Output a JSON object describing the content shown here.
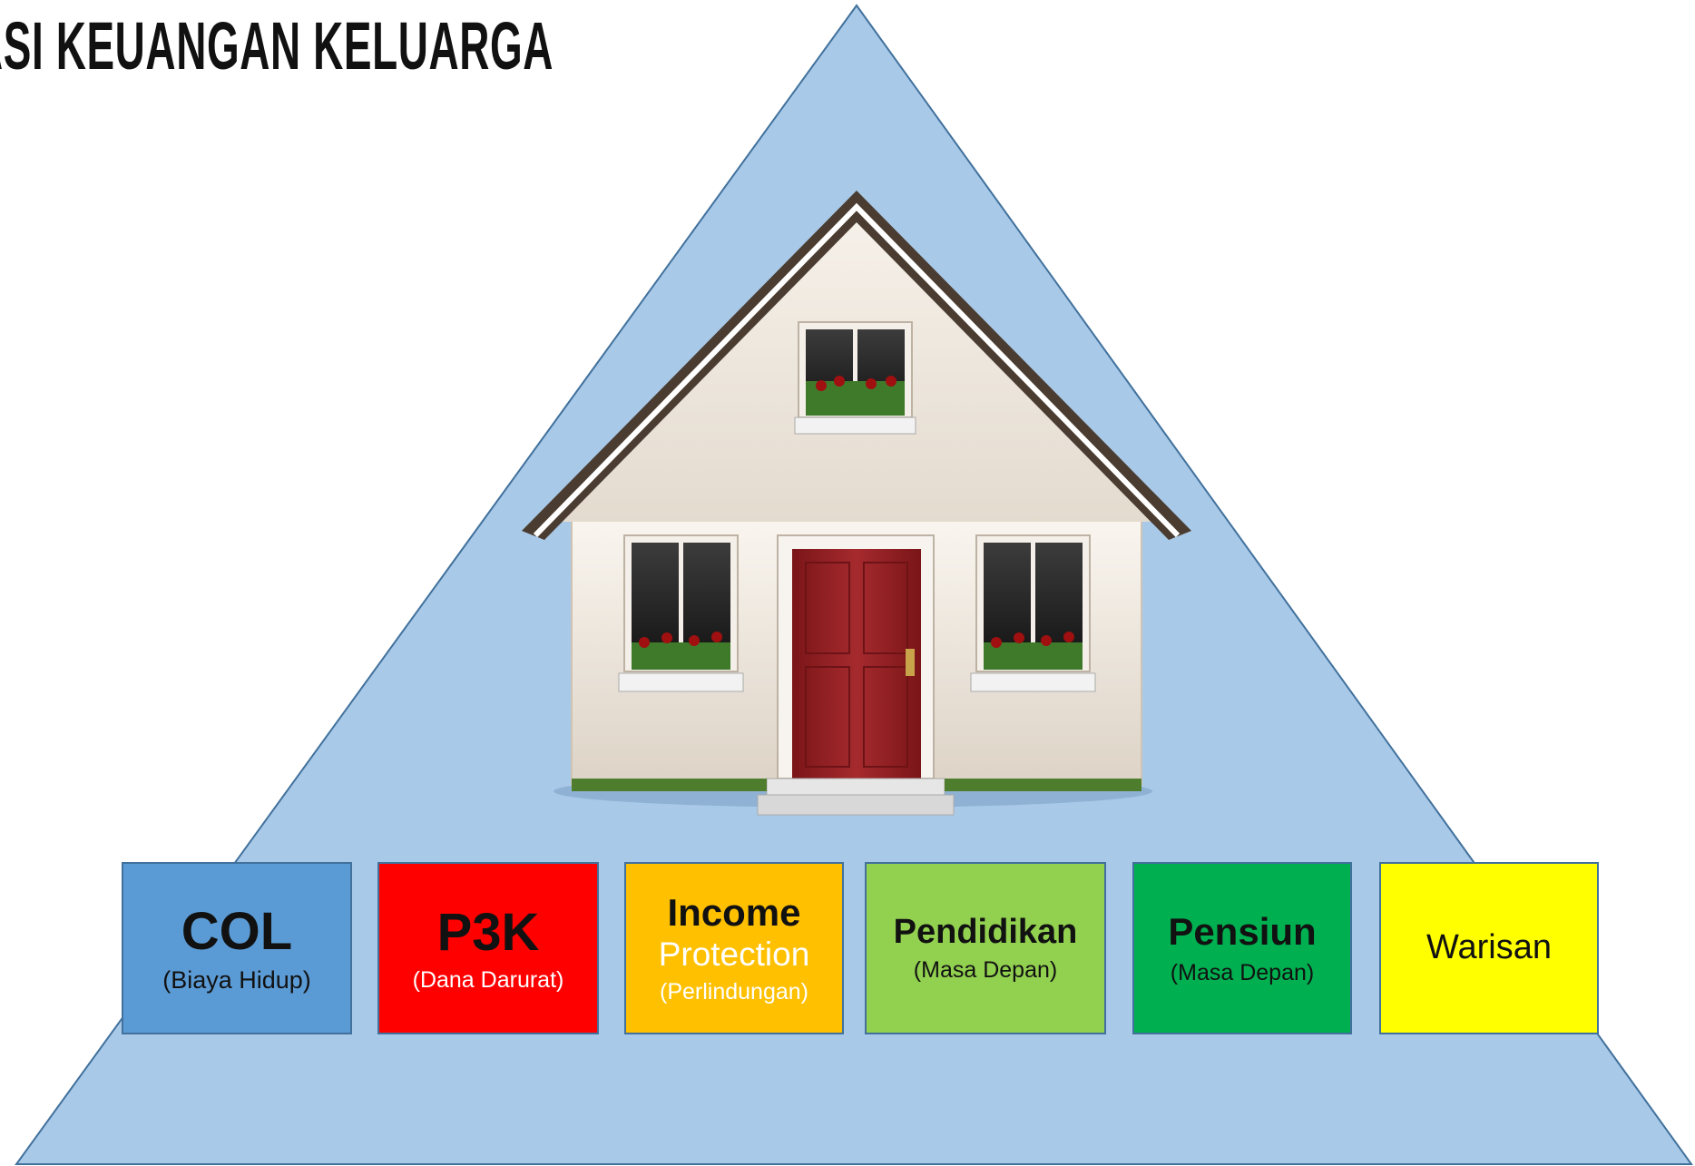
{
  "title": "ASI KEUANGAN KELUARGA",
  "pillars": [
    {
      "label": "COL",
      "sub": "(Biaya Hidup)",
      "color": "#5b9bd5"
    },
    {
      "label": "P3K",
      "sub": "(Dana Darurat)",
      "color": "#ff0000"
    },
    {
      "label": "Income",
      "label2": "Protection",
      "sub": "(Perlindungan)",
      "color": "#ffc000"
    },
    {
      "label": "Pendidikan",
      "sub": "(Masa Depan)",
      "color": "#92d050"
    },
    {
      "label": "Pensiun",
      "sub": "(Masa Depan)",
      "color": "#00b050"
    },
    {
      "label": "Warisan",
      "color": "#ffff00"
    }
  ],
  "colors": {
    "triangle": "#a9c9e8",
    "triangle_border": "#41719c",
    "door": "#8e1f22",
    "wall": "#efe8df",
    "roof": "#4a3c30"
  },
  "icons": [
    "house-icon"
  ]
}
